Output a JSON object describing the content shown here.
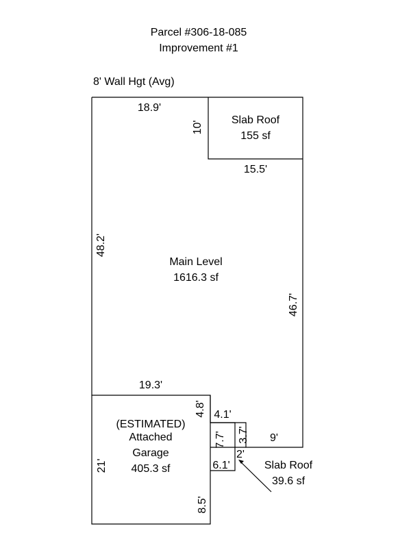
{
  "header": {
    "parcel": "Parcel #306-18-085",
    "improvement": "Improvement #1",
    "wall_height": "8' Wall Hgt (Avg)"
  },
  "areas": {
    "main_level": {
      "name": "Main Level",
      "size": "1616.3 sf"
    },
    "slab_roof_top": {
      "name": "Slab Roof",
      "size": "155 sf"
    },
    "garage": {
      "note": "(ESTIMATED)",
      "name_line1": "Attached",
      "name_line2": "Garage",
      "size": "405.3 sf"
    },
    "slab_roof_small": {
      "name": "Slab Roof",
      "size": "39.6 sf"
    }
  },
  "dimensions": {
    "top_main": "18.9'",
    "slab_height": "10'",
    "slab_bottom": "15.5'",
    "left_main": "48.2'",
    "right_main": "46.7'",
    "garage_top": "19.3'",
    "garage_right_upper": "4.8'",
    "step_a": "4.1'",
    "step_b": "7.7'",
    "step_c": "3.7'",
    "step_d": "9'",
    "step_e": "2'",
    "step_f": "6.1'",
    "garage_left": "21'",
    "garage_right_lower": "8.5'"
  }
}
